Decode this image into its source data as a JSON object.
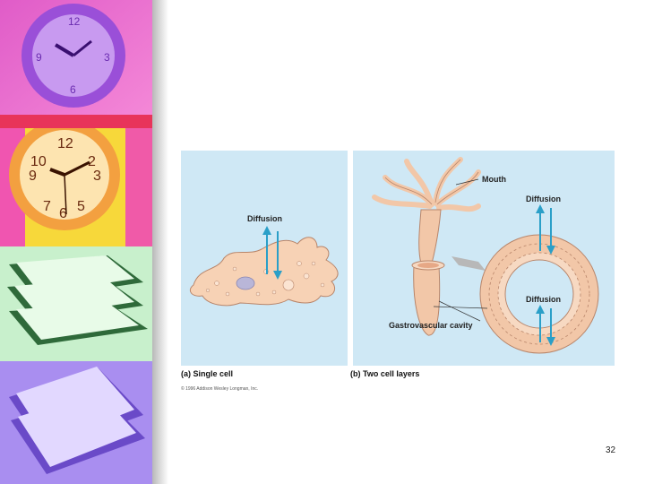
{
  "figure": {
    "panel_a": {
      "caption": "(a) Single cell",
      "diffusion_label": "Diffusion"
    },
    "panel_b": {
      "caption": "(b) Two cell layers",
      "mouth_label": "Mouth",
      "diffusion_top_label": "Diffusion",
      "diffusion_inner_label": "Diffusion",
      "cavity_label": "Gastrovascular cavity"
    },
    "copyright": "© 1996 Addison Wesley Longman, Inc."
  },
  "page_number": "32",
  "colors": {
    "panel_bg": "#cfe8f5",
    "arrow": "#2a9fc8",
    "cell": "#f7d2b5"
  }
}
